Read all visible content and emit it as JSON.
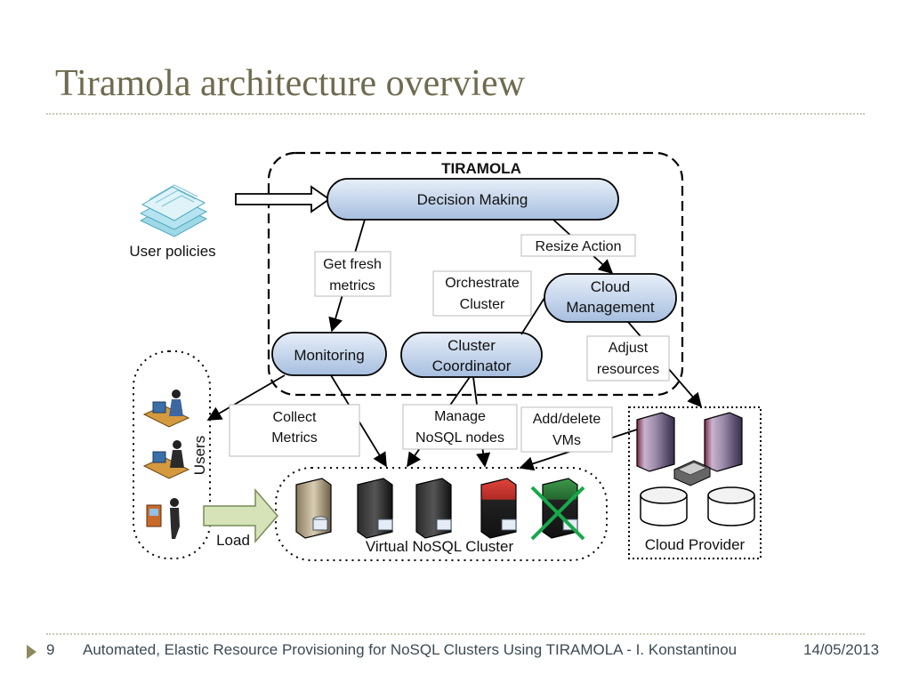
{
  "slide": {
    "title": "Tiramola architecture overview",
    "page_number": "9",
    "footer_text": "Automated, Elastic Resource Provisioning for NoSQL Clusters Using TIRAMOLA - I. Konstantinou",
    "date": "14/05/2013"
  },
  "diagram": {
    "tiramola_label": "TIRAMOLA",
    "nodes": {
      "decision_making": "Decision Making",
      "monitoring": "Monitoring",
      "cluster_coordinator": [
        "Cluster",
        "Coordinator"
      ],
      "cloud_management": [
        "Cloud",
        "Management"
      ],
      "user_policies": "User policies",
      "users": "Users",
      "load": "Load",
      "virtual_nosql_cluster": "Virtual NoSQL Cluster",
      "cloud_provider": "Cloud Provider"
    },
    "edge_labels": {
      "get_fresh_metrics": [
        "Get fresh",
        "metrics"
      ],
      "resize_action": "Resize Action",
      "orchestrate_cluster": [
        "Orchestrate",
        "Cluster"
      ],
      "adjust_resources": [
        "Adjust",
        "resources"
      ],
      "collect_metrics": [
        "Collect",
        "Metrics"
      ],
      "manage_nosql_nodes": [
        "Manage",
        "NoSQL nodes"
      ],
      "add_delete_vms": [
        "Add/delete",
        "VMs"
      ]
    },
    "colors": {
      "node_fill_top": "#e6eef8",
      "node_fill_bottom": "#a9c0e0",
      "title": "#6f6b4f",
      "footer_text": "#3c4a55",
      "server_red": "#c8322c",
      "server_green": "#2e7d3a",
      "cross_green": "#17a84a",
      "load_arrow": "#d6e3b8"
    }
  }
}
